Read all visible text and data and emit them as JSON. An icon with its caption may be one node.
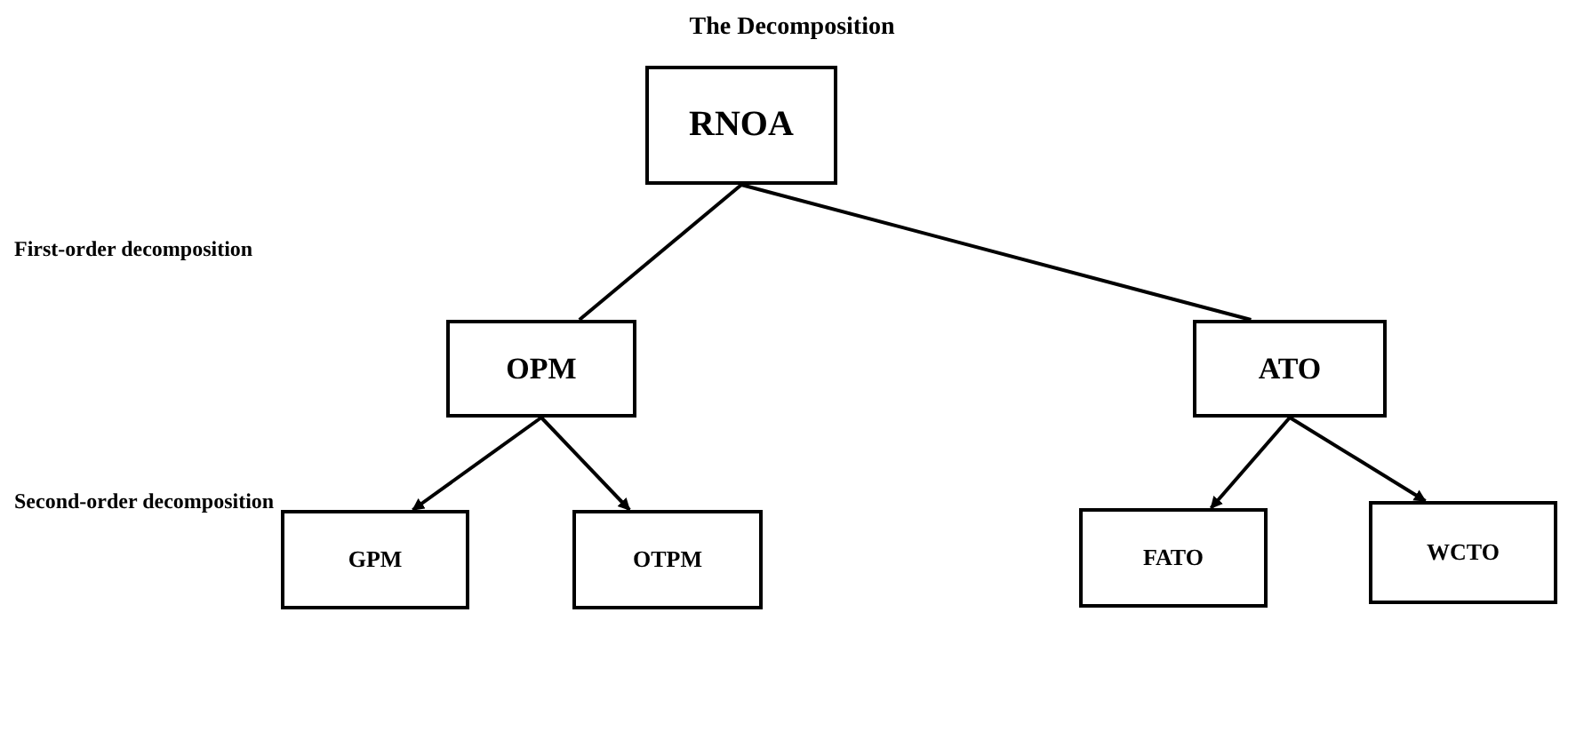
{
  "diagram": {
    "title": "The Decomposition",
    "nodes": [
      {
        "text": [
          "RNOA"
        ]
      },
      {
        "text": [
          "OPM"
        ]
      },
      {
        "text": [
          "ATO"
        ]
      },
      {
        "text": [
          "GPM"
        ]
      },
      {
        "text": [
          "OTPM"
        ]
      },
      {
        "text": [
          "FATO"
        ]
      },
      {
        "text": [
          "WCTO"
        ]
      }
    ],
    "edges": [
      {
        "from": 0,
        "to": 1,
        "arrow": "none"
      },
      {
        "from": 0,
        "to": 2,
        "arrow": "none"
      },
      {
        "from": 1,
        "to": 3,
        "arrow": "to"
      },
      {
        "from": 1,
        "to": 4,
        "arrow": "to"
      },
      {
        "from": 2,
        "to": 5,
        "arrow": "to"
      },
      {
        "from": 2,
        "to": 6,
        "arrow": "to"
      }
    ],
    "labels": [
      "First-order decomposition",
      "Second-order decomposition"
    ]
  }
}
